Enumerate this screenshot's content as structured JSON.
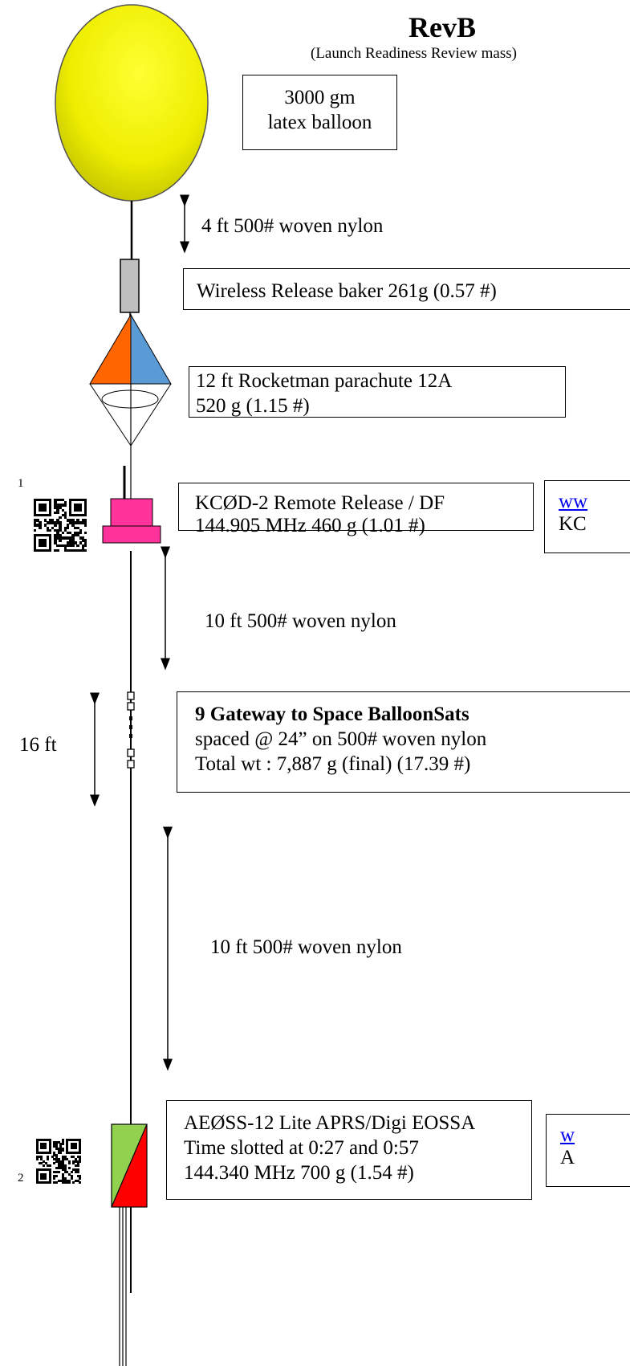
{
  "header": {
    "title": "RevB",
    "subtitle": "(Launch Readiness Review mass)"
  },
  "balloon_box": {
    "line1": "3000 gm",
    "line2": "latex balloon"
  },
  "tether_top_label": "4 ft 500# woven nylon",
  "release_box": {
    "line1": "Wireless Release baker 261g (0.57 #)"
  },
  "parachute_box": {
    "line1": "12 ft Rocketman parachute  12A",
    "line2": "520 g (1.15 #)"
  },
  "remote_release": {
    "qr_number": "1",
    "line1": "KCØD-2 Remote Release  / DF",
    "line2": "144.905 MHz 460 g (1.01 #)",
    "side_link": "ww",
    "side_text": "KC"
  },
  "tether_mid_label": "10 ft 500# woven nylon",
  "balloonsats": {
    "span_label": "16 ft",
    "line1": "9 Gateway to Space BalloonSats",
    "line2": "spaced @ 24” on 500# woven nylon",
    "line3": "Total wt : 7,887 g (final) (17.39 #)"
  },
  "tether_low_label": "10 ft 500# woven nylon",
  "aprs": {
    "qr_number": "2",
    "line1": "AEØSS-12 Lite APRS/Digi  EOSSA",
    "line2": "Time slotted at 0:27 and 0:57",
    "line3": "144.340 MHz   700 g (1.54 #)",
    "side_link": "w",
    "side_text": "A"
  },
  "colors": {
    "balloon": "#f2f200",
    "release": "#bfbfbf",
    "chute_left": "#ff6600",
    "chute_right": "#5b9bd5",
    "remote_release": "#ff3399",
    "aprs_green": "#92d050",
    "aprs_red": "#ff0000"
  }
}
